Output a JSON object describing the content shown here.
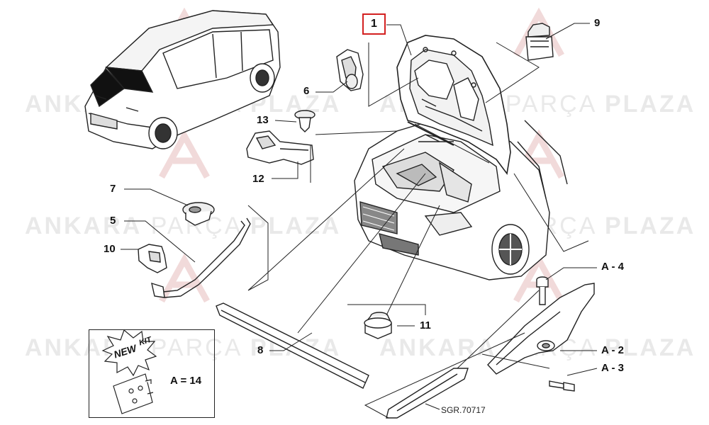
{
  "watermark": {
    "word1": "ANKARA",
    "word2": "PARÇA",
    "word3": "PLAZA"
  },
  "callouts": {
    "c1": "1",
    "c9": "9",
    "c6": "6",
    "c13": "13",
    "c12": "12",
    "c7": "7",
    "c5": "5",
    "c10": "10",
    "c8": "8",
    "c11": "11",
    "a4": "A - 4",
    "a2": "A - 2",
    "a3": "A - 3"
  },
  "kit": {
    "badge_new": "NEW",
    "badge_kit": "KIT",
    "equation": "A = 14"
  },
  "reference_code": "SGR.70717",
  "colors": {
    "highlight_box": "#d32020",
    "line": "#222222",
    "watermark": "#e9e9e9"
  }
}
